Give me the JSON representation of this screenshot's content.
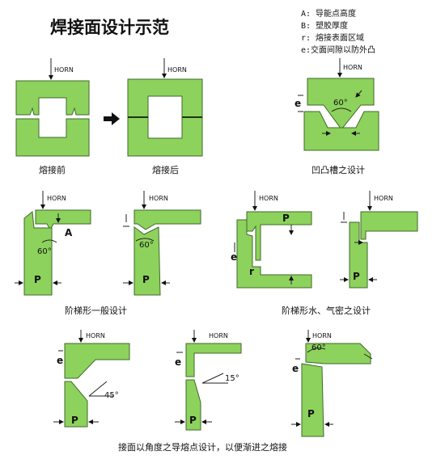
{
  "title": "焊接面设计示范",
  "legend": [
    "A:  导能点高度",
    "B:  塑胶厚度",
    "r:  熔接表面区域",
    "e:交面间隙以防外凸"
  ],
  "labels": {
    "horn": "HORN",
    "p": "P",
    "a": "A",
    "r": "r",
    "e": "e"
  },
  "angles": {
    "a60": "60°",
    "a45": "45°",
    "a15": "15°"
  },
  "captions": {
    "before": "熔接前",
    "after": "熔接后",
    "groove": "凹凸槽之设计",
    "step_general": "阶梯形一般设计",
    "step_seal": "阶梯形水、气密之设计",
    "angle_design": "接面以角度之导熔点设计，以便渐进之熔接"
  },
  "colors": {
    "part_fill": "#8dd25c",
    "outline": "#3f6a2a"
  }
}
